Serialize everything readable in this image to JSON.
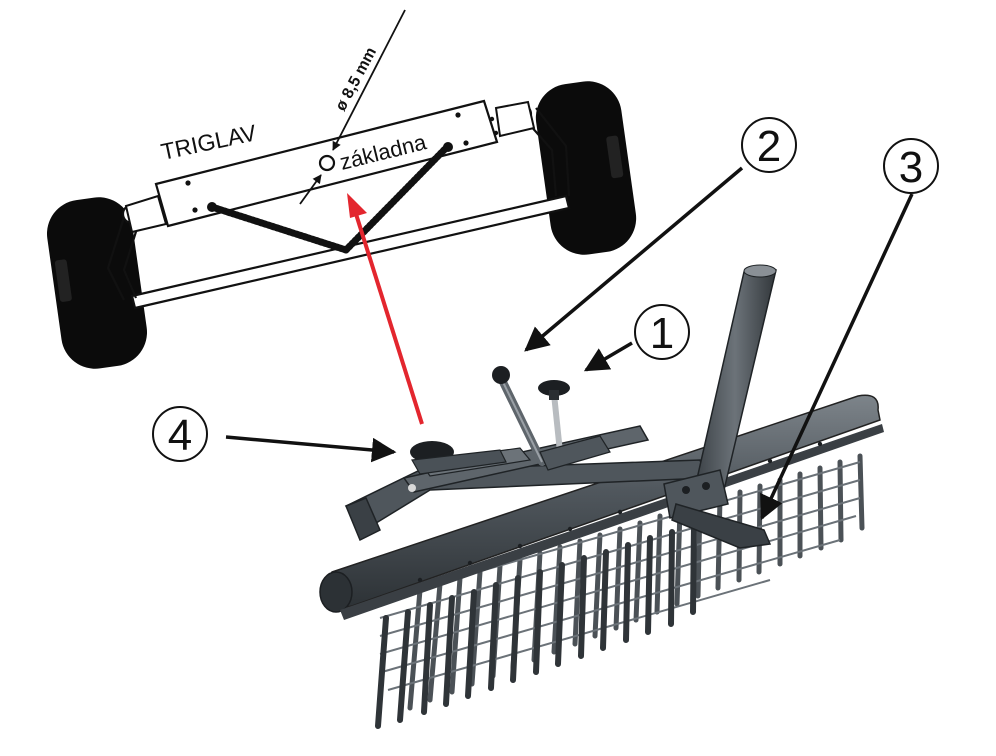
{
  "labels": {
    "brand": "TRIGLAV",
    "base": "základna",
    "diameter": "ø 8,5 mm"
  },
  "callouts": [
    {
      "id": "1",
      "text": "1"
    },
    {
      "id": "2",
      "text": "2"
    },
    {
      "id": "3",
      "text": "3"
    },
    {
      "id": "4",
      "text": "4"
    }
  ],
  "colors": {
    "ink": "#111111",
    "highlight_arrow": "#e3262e",
    "metal_dark": "#3c4146",
    "metal_mid": "#5a6066",
    "metal_light": "#8c9298",
    "tire": "#0b0b0b"
  }
}
